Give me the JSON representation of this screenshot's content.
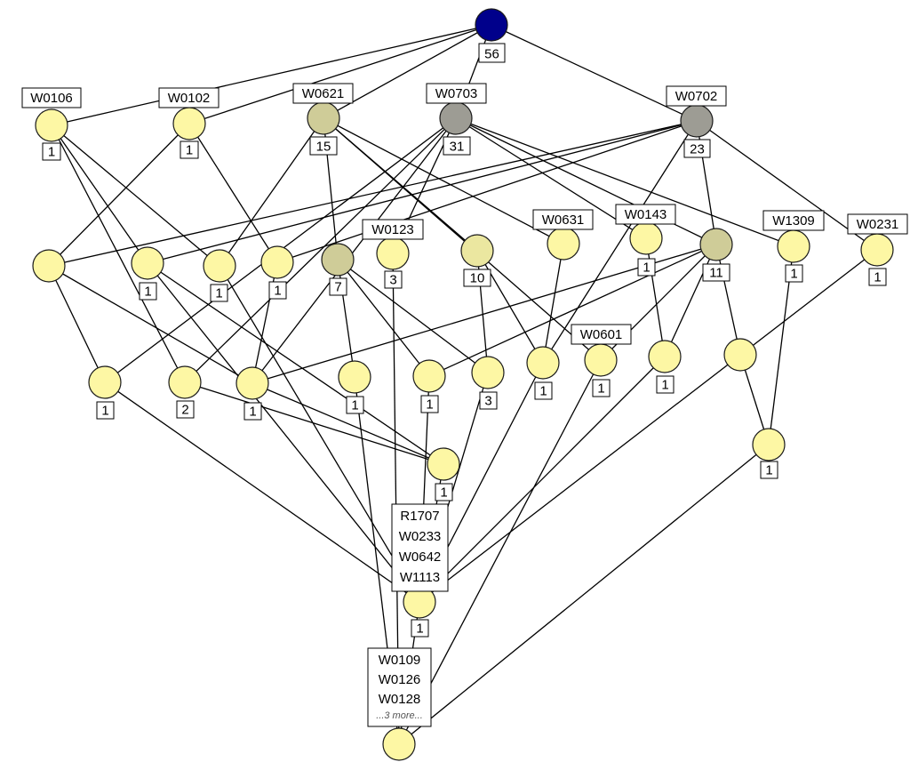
{
  "colors": {
    "top": "#00008b",
    "light": "#fdf7a4",
    "pale": "#ebe7a0",
    "medium": "#cfcc98",
    "dark": "#9d9c94",
    "edge": "#000000"
  },
  "nodes": [
    {
      "id": "top",
      "color": "top",
      "count": "56",
      "labels": []
    },
    {
      "id": "w0106",
      "color": "light",
      "count": "1",
      "labels": [
        "W0106"
      ]
    },
    {
      "id": "w0102",
      "color": "light",
      "count": "1",
      "labels": [
        "W0102"
      ]
    },
    {
      "id": "w0621",
      "color": "medium",
      "count": "15",
      "labels": [
        "W0621"
      ]
    },
    {
      "id": "w0703",
      "color": "dark",
      "count": "31",
      "labels": [
        "W0703"
      ]
    },
    {
      "id": "w0702",
      "color": "dark",
      "count": "23",
      "labels": [
        "W0702"
      ]
    },
    {
      "id": "n2a",
      "color": "light",
      "count": "",
      "labels": []
    },
    {
      "id": "n2b",
      "color": "light",
      "count": "1",
      "labels": []
    },
    {
      "id": "n2c",
      "color": "light",
      "count": "1",
      "labels": []
    },
    {
      "id": "n2d",
      "color": "light",
      "count": "1",
      "labels": []
    },
    {
      "id": "n2e",
      "color": "medium",
      "count": "7",
      "labels": []
    },
    {
      "id": "w0123",
      "color": "light",
      "count": "3",
      "labels": [
        "W0123"
      ]
    },
    {
      "id": "n2g",
      "color": "pale",
      "count": "10",
      "labels": []
    },
    {
      "id": "w0631",
      "color": "light",
      "count": "",
      "labels": [
        "W0631"
      ]
    },
    {
      "id": "w0143",
      "color": "light",
      "count": "1",
      "labels": [
        "W0143"
      ]
    },
    {
      "id": "n2j",
      "color": "medium",
      "count": "11",
      "labels": []
    },
    {
      "id": "w1309",
      "color": "light",
      "count": "1",
      "labels": [
        "W1309"
      ]
    },
    {
      "id": "w0231",
      "color": "light",
      "count": "1",
      "labels": [
        "W0231"
      ]
    },
    {
      "id": "n3a",
      "color": "light",
      "count": "1",
      "labels": []
    },
    {
      "id": "n3b",
      "color": "light",
      "count": "2",
      "labels": []
    },
    {
      "id": "n3c",
      "color": "light",
      "count": "1",
      "labels": []
    },
    {
      "id": "n3d",
      "color": "light",
      "count": "1",
      "labels": []
    },
    {
      "id": "n3e",
      "color": "light",
      "count": "1",
      "labels": []
    },
    {
      "id": "n3f",
      "color": "light",
      "count": "3",
      "labels": []
    },
    {
      "id": "n3g",
      "color": "light",
      "count": "1",
      "labels": []
    },
    {
      "id": "w0601",
      "color": "light",
      "count": "1",
      "labels": [
        "W0601"
      ]
    },
    {
      "id": "n3i",
      "color": "light",
      "count": "1",
      "labels": []
    },
    {
      "id": "n3j",
      "color": "light",
      "count": "",
      "labels": []
    },
    {
      "id": "n4a",
      "color": "light",
      "count": "1",
      "labels": []
    },
    {
      "id": "n4b",
      "color": "light",
      "count": "1",
      "labels": []
    },
    {
      "id": "n5",
      "color": "light",
      "count": "1",
      "labels": [
        "R1707",
        "W0233",
        "W0642",
        "W1113"
      ]
    },
    {
      "id": "bottom",
      "color": "light",
      "count": "",
      "labels": [
        "W0109",
        "W0126",
        "W0128"
      ],
      "more": "...3 more..."
    }
  ],
  "edges": [
    [
      "top",
      "w0106"
    ],
    [
      "top",
      "w0102"
    ],
    [
      "top",
      "w0621"
    ],
    [
      "top",
      "w0703"
    ],
    [
      "top",
      "w0702"
    ],
    [
      "w0106",
      "n2c"
    ],
    [
      "w0106",
      "n3b"
    ],
    [
      "w0106",
      "n2b"
    ],
    [
      "w0102",
      "n2a"
    ],
    [
      "w0102",
      "n2d"
    ],
    [
      "w0621",
      "n2c"
    ],
    [
      "w0621",
      "n2e"
    ],
    [
      "w0621",
      "n2g"
    ],
    [
      "w0621",
      "w0631"
    ],
    [
      "w0621",
      "w0601"
    ],
    [
      "w0703",
      "n3a"
    ],
    [
      "w0703",
      "n3b"
    ],
    [
      "w0703",
      "w0123"
    ],
    [
      "w0703",
      "w0143"
    ],
    [
      "w0703",
      "n2j"
    ],
    [
      "w0703",
      "w1309"
    ],
    [
      "w0703",
      "n3c"
    ],
    [
      "w0702",
      "n2a"
    ],
    [
      "w0702",
      "n2b"
    ],
    [
      "w0702",
      "w0231"
    ],
    [
      "w0702",
      "n2j"
    ],
    [
      "w0702",
      "n2d"
    ],
    [
      "w0702",
      "n3g"
    ],
    [
      "n2a",
      "n3a"
    ],
    [
      "n2a",
      "n3c"
    ],
    [
      "n2b",
      "n4a"
    ],
    [
      "n2b",
      "n5"
    ],
    [
      "n2d",
      "n3c"
    ],
    [
      "n2e",
      "n3d"
    ],
    [
      "n2e",
      "n3f"
    ],
    [
      "n2e",
      "n3e"
    ],
    [
      "n2g",
      "n3f"
    ],
    [
      "n2g",
      "n3g"
    ],
    [
      "w0631",
      "n3g"
    ],
    [
      "w0143",
      "n3i"
    ],
    [
      "n2j",
      "n3c"
    ],
    [
      "n2j",
      "n3j"
    ],
    [
      "n2j",
      "w0601"
    ],
    [
      "n2j",
      "n3i"
    ],
    [
      "n2j",
      "n3e"
    ],
    [
      "w1309",
      "n4b"
    ],
    [
      "n3j",
      "n4b"
    ],
    [
      "w0231",
      "n5"
    ],
    [
      "w0123",
      "bottom"
    ],
    [
      "n3a",
      "n5"
    ],
    [
      "n3b",
      "n4a"
    ],
    [
      "n3c",
      "n4a"
    ],
    [
      "n3d",
      "bottom"
    ],
    [
      "n3e",
      "n5"
    ],
    [
      "n3f",
      "n5"
    ],
    [
      "n3g",
      "n5"
    ],
    [
      "w0601",
      "bottom"
    ],
    [
      "n3i",
      "n5"
    ],
    [
      "n4a",
      "n5"
    ],
    [
      "n4b",
      "bottom"
    ],
    [
      "n2c",
      "n5"
    ],
    [
      "n5",
      "bottom"
    ]
  ]
}
